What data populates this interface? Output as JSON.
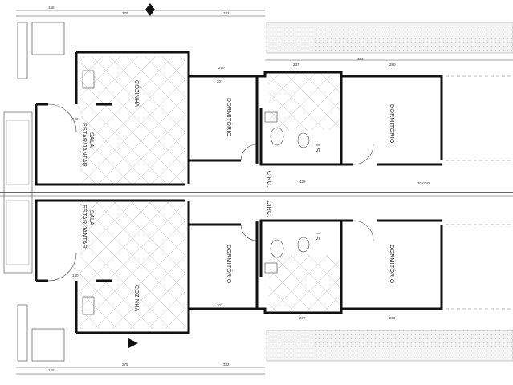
{
  "rooms": {
    "cozinha": "COZINHA",
    "sala_line1": "SALA",
    "sala_line2": "ESTAR/JANTAR",
    "dormitorio": "DORMITÓRIO",
    "wc": "I.S.",
    "circ": "CIRC."
  },
  "dimensions": {
    "top": [
      "155",
      "279",
      "332",
      "237",
      "331",
      "280"
    ],
    "bottom": [
      "155",
      "279",
      "332"
    ],
    "interior": [
      "201",
      "207",
      "210",
      "237",
      "260",
      "429",
      "138",
      "140",
      "70x210"
    ]
  },
  "colors": {
    "wall": "#111111",
    "tile_hatch": "#bbbbbb",
    "garden_hatch": "#e8e8e8"
  }
}
